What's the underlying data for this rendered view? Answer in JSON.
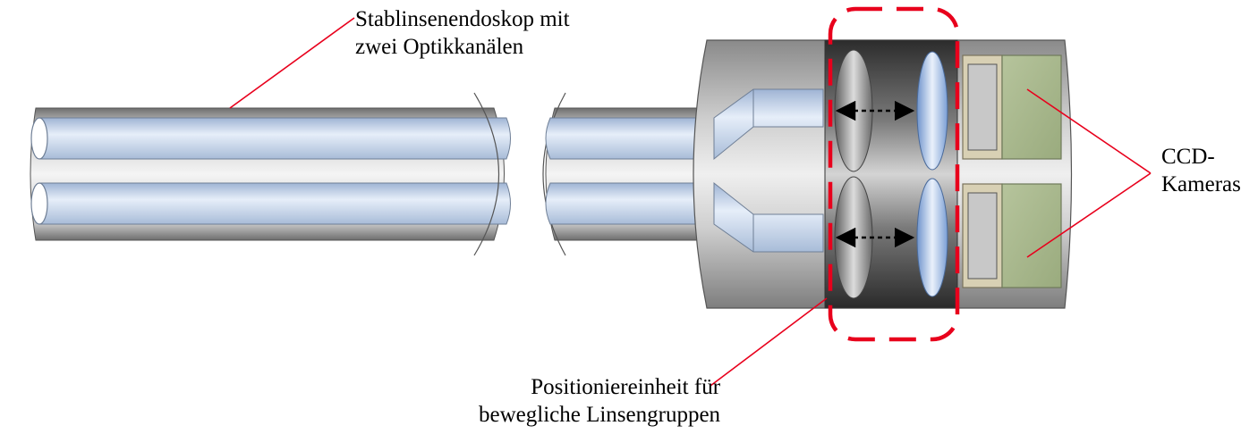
{
  "labels": {
    "endoscope_line1": "Stablinsenendoskop mit",
    "endoscope_line2": "zwei Optikkanälen",
    "positioning_line1": "Positioniereinheit für",
    "positioning_line2": "bewegliche Linsengruppen",
    "ccd_line1": "CCD-",
    "ccd_line2": "Kameras"
  },
  "colors": {
    "highlight_dash": "#e8001c",
    "leader_line": "#e8001c",
    "camera_sensor": "#a9b98e",
    "camera_frame": "#d8d0b4",
    "optic_channel": "#c6d6ec",
    "housing_gray": "#8c8c8c",
    "lens_blue": "#8fb0e0"
  },
  "icons": {
    "adjust_arrow": "double-headed-dashed-arrow-icon"
  }
}
